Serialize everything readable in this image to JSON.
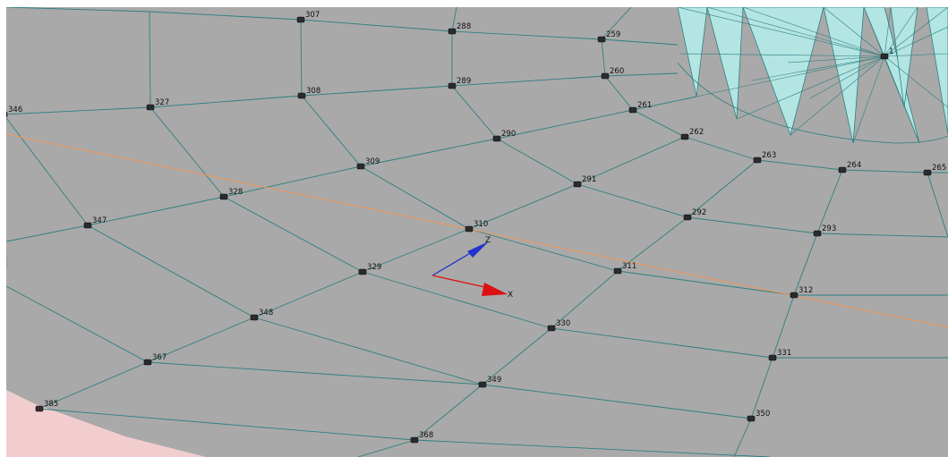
{
  "scene": {
    "colors": {
      "surface": "#a9a9a9",
      "mesh_edge": "#2f7f80",
      "node": "#2b2b2b",
      "cone": "#b3e5e3",
      "pink_region": "#f2cdd0",
      "guide_line": "#f0965a",
      "axis_x": "#dd1111",
      "axis_z": "#2233cc",
      "background": "#ffffff"
    },
    "axes": [
      {
        "name": "x-axis",
        "label": "X"
      },
      {
        "name": "z-axis",
        "label": "Z"
      }
    ],
    "nodes": [
      "307",
      "288",
      "259",
      "260",
      "327",
      "308",
      "289",
      "261",
      "346",
      "290",
      "262",
      "309",
      "263",
      "264",
      "265",
      "328",
      "291",
      "347",
      "292",
      "310",
      "293",
      "329",
      "311",
      "312",
      "348",
      "330",
      "367",
      "331",
      "349",
      "385",
      "350",
      "368",
      "1"
    ]
  }
}
